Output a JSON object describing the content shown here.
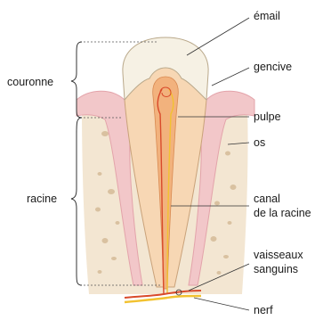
{
  "labels": {
    "couronne": "couronne",
    "racine": "racine",
    "email": "émail",
    "gencive": "gencive",
    "pulpe": "pulpe",
    "os": "os",
    "canal_line1": "canal",
    "canal_line2": "de la racine",
    "vaisseaux_line1": "vaisseaux",
    "vaisseaux_line2": "sanguins",
    "nerf": "nerf"
  },
  "colors": {
    "bone": "#f3e6d2",
    "bone_spots": "#d9c1a0",
    "gum": "#f2c7c9",
    "gum_edge": "#e3a3aa",
    "enamel": "#f6f1e4",
    "dentin": "#f7d7b4",
    "pulp": "#f2b27d",
    "vessel_red": "#d94a2b",
    "nerve_yellow": "#f2c230"
  }
}
